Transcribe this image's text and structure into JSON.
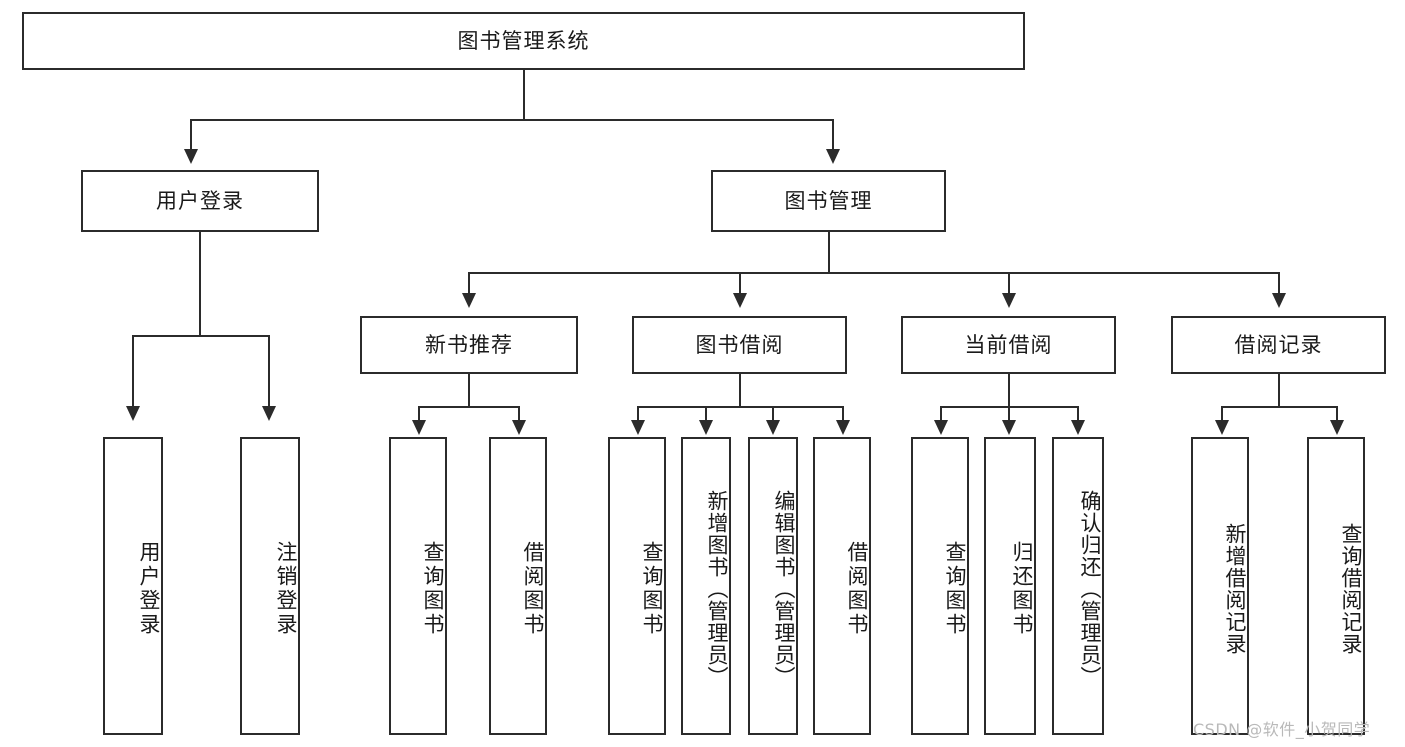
{
  "diagram": {
    "type": "tree-hierarchy-chart",
    "title": "图书管理系统",
    "root": {
      "id": "root",
      "label": "图书管理系统"
    },
    "level1": [
      {
        "id": "user-login",
        "label": "用户登录"
      },
      {
        "id": "book-manage",
        "label": "图书管理"
      }
    ],
    "level2": [
      {
        "id": "new-book-recommend",
        "label": "新书推荐",
        "parent": "book-manage"
      },
      {
        "id": "book-borrow",
        "label": "图书借阅",
        "parent": "book-manage"
      },
      {
        "id": "current-borrow",
        "label": "当前借阅",
        "parent": "book-manage"
      },
      {
        "id": "borrow-record",
        "label": "借阅记录",
        "parent": "book-manage"
      }
    ],
    "leaves": {
      "user-login": [
        {
          "id": "leaf-user-login",
          "label": "用户登录"
        },
        {
          "id": "leaf-logout",
          "label": "注销登录"
        }
      ],
      "new-book-recommend": [
        {
          "id": "leaf-query-book-1",
          "label": "查询图书"
        },
        {
          "id": "leaf-borrow-book-1",
          "label": "借阅图书"
        }
      ],
      "book-borrow": [
        {
          "id": "leaf-query-book-2",
          "label": "查询图书"
        },
        {
          "id": "leaf-add-book",
          "label": "新增图书（管理员）"
        },
        {
          "id": "leaf-edit-book",
          "label": "编辑图书（管理员）"
        },
        {
          "id": "leaf-borrow-book-2",
          "label": "借阅图书"
        }
      ],
      "current-borrow": [
        {
          "id": "leaf-query-book-3",
          "label": "查询图书"
        },
        {
          "id": "leaf-return-book",
          "label": "归还图书"
        },
        {
          "id": "leaf-confirm-return",
          "label": "确认归还（管理员）"
        }
      ],
      "borrow-record": [
        {
          "id": "leaf-add-record",
          "label": "新增借阅记录"
        },
        {
          "id": "leaf-query-record",
          "label": "查询借阅记录"
        }
      ]
    }
  },
  "watermark": {
    "text": "CSDN @软件_小贺同学"
  },
  "colors": {
    "stroke": "#2b2b2b",
    "fill": "#ffffff",
    "text": "#1a1a1a",
    "watermark": "#b9b9b9"
  }
}
